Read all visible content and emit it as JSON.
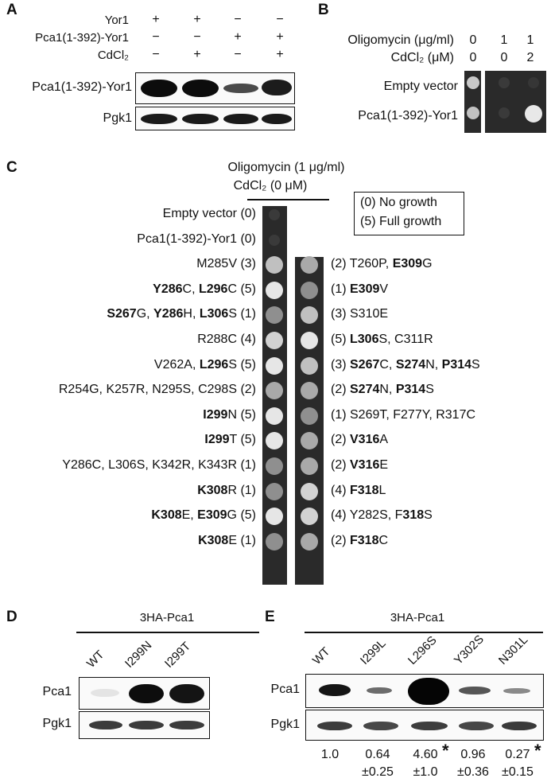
{
  "panelA": {
    "label": "A",
    "row_labels": [
      "Yor1",
      "Pca1(1-392)-Yor1",
      "CdCl₂"
    ],
    "signs": [
      [
        "+",
        "+",
        "−",
        "−"
      ],
      [
        "−",
        "−",
        "+",
        "+"
      ],
      [
        "−",
        "+",
        "−",
        "+"
      ]
    ],
    "blot_labels": [
      "Pca1(1-392)-Yor1",
      "Pgk1"
    ]
  },
  "panelB": {
    "label": "B",
    "header_labels": [
      "Oligomycin (μg/ml)",
      "CdCl₂ (μM)"
    ],
    "oligomycin": [
      "0",
      "1",
      "1"
    ],
    "cdcl2": [
      "0",
      "0",
      "2"
    ],
    "rows": [
      "Empty vector",
      "Pca1(1-392)-Yor1"
    ]
  },
  "panelC": {
    "label": "C",
    "title_line1": "Oligomycin (1 μg/ml)",
    "title_line2": "CdCl₂  (0 μM)",
    "legend": [
      "(0) No growth",
      "(5) Full growth"
    ],
    "left_rows": [
      "Empty vector (0)",
      "Pca1(1-392)-Yor1 (0)",
      "M285V (3)",
      "<b>Y286</b>C, <b>L296</b>C (5)",
      "<b>S267</b>G, <b>Y286</b>H, <b>L306</b>S (1)",
      "R288C (4)",
      "V262A, <b>L296</b>S (5)",
      "R254G, K257R, N295S, C298S (2)",
      "<b>I299</b>N (5)",
      "<b>I299</b>T (5)",
      "Y286C, L306S, K342R, K343R (1)",
      "<b>K308</b>R (1)",
      "<b>K308</b>E, <b>E309</b>G (5)",
      "<b>K308</b>E (1)"
    ],
    "right_rows": [
      "(2) T260P, <b>E309</b>G",
      "(1) <b>E309</b>V",
      "(3) S310E",
      "(5) <b>L306</b>S, C311R",
      "(3) <b>S267</b>C, <b>S274</b>N, <b>P314</b>S",
      "(2) <b>S274</b>N, <b>P314</b>S",
      "(1) S269T, F277Y, R317C",
      "(2) <b>V316</b>A",
      "(2) <b>V316</b>E",
      "(4) <b>F318</b>L",
      "(4) Y282S, F<b>318</b>S",
      "(2) <b>F318</b>C"
    ],
    "left_growth": [
      0,
      0,
      3,
      5,
      1,
      4,
      5,
      2,
      5,
      5,
      1,
      1,
      5,
      1
    ],
    "right_growth": [
      2,
      1,
      3,
      5,
      3,
      2,
      1,
      2,
      2,
      4,
      4,
      2
    ]
  },
  "panelD": {
    "label": "D",
    "header": "3HA-Pca1",
    "lanes": [
      "WT",
      "I299N",
      "I299T"
    ],
    "blot_labels": [
      "Pca1",
      "Pgk1"
    ]
  },
  "panelE": {
    "label": "E",
    "header": "3HA-Pca1",
    "lanes": [
      "WT",
      "I299L",
      "L296S",
      "Y302S",
      "N301L"
    ],
    "blot_labels": [
      "Pca1",
      "Pgk1"
    ],
    "quant_mean": [
      "1.0",
      "0.64",
      "4.60",
      "0.96",
      "0.27"
    ],
    "quant_sd": [
      "",
      "±0.25",
      "±1.0",
      "±0.36",
      "±0.15"
    ],
    "significance": [
      "",
      "",
      "*",
      "",
      "*"
    ]
  }
}
